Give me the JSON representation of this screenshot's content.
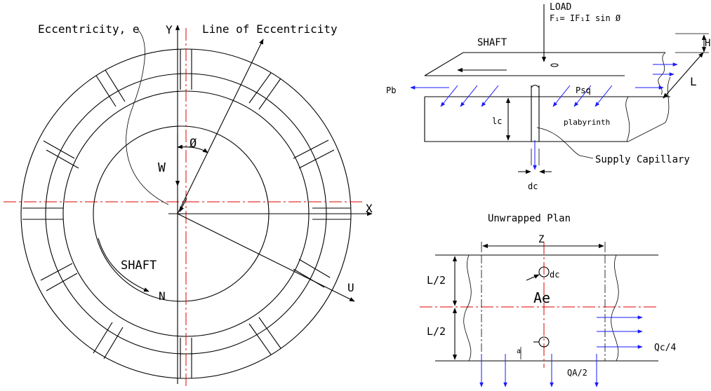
{
  "colors": {
    "line": "#000000",
    "centerline": "#e00000",
    "flow": "#1a1aff",
    "background": "#ffffff"
  },
  "left": {
    "eccentricity": "Eccentricity, e",
    "y_axis": "Y",
    "line_of_eccentricity": "Line of Eccentricity",
    "angle": "Ø",
    "load": "W",
    "x_axis": "X",
    "shaft": "SHAFT",
    "rotation": "N",
    "u_axis": "U"
  },
  "top_right": {
    "load_title": "LOAD",
    "load_formula": "F₁= IF₁I sin Ø",
    "shaft": "SHAFT",
    "h": "H",
    "l": "L",
    "pb": "Pb",
    "psq": "Psq",
    "lc": "lc",
    "plabyrinth": "plabyrinth",
    "supply_capillary": "Supply Capillary",
    "dc": "dc"
  },
  "bottom_right": {
    "title": "Unwrapped Plan",
    "z": "Z",
    "l2_top": "L/2",
    "l2_bottom": "L/2",
    "dc": "dc",
    "ae": "Ae",
    "a": "a",
    "qc": "Qc/4",
    "qa": "QA/2"
  }
}
